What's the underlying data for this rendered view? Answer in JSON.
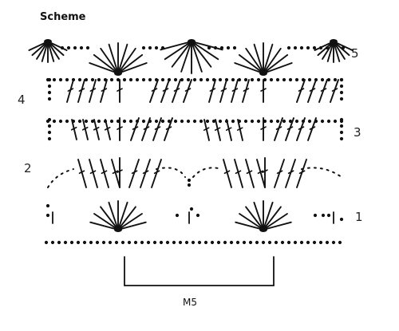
{
  "title": "Scheme",
  "row_labels": {
    "r1": "1",
    "r2": "2",
    "r3": "3",
    "r4": "4",
    "r5": "5"
  },
  "repeat_label": "M5",
  "colors": {
    "ink": "#111111",
    "background": "#ffffff"
  },
  "symbols": {
    "chain": "dot",
    "double_crochet": "slashed-stick",
    "fan": "fan-icon"
  }
}
